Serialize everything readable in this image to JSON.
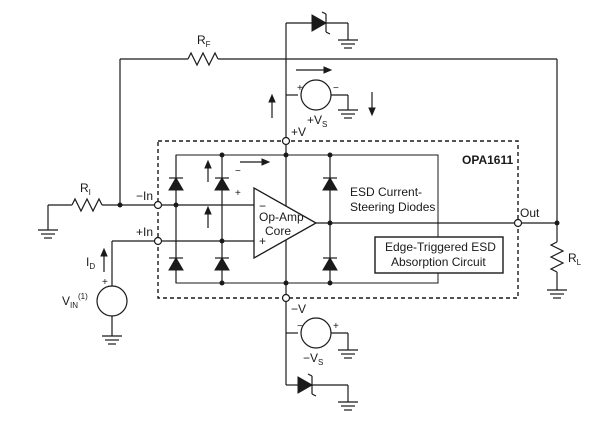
{
  "labels": {
    "rf": "R",
    "rf_sub": "F",
    "ri": "R",
    "ri_sub": "I",
    "rl": "R",
    "rl_sub": "L",
    "neg_in": "−In",
    "pos_in": "+In",
    "out": "Out",
    "pos_v": "+V",
    "neg_v": "−V",
    "pos_vs": "+V",
    "pos_vs_sub": "S",
    "neg_vs": "−V",
    "neg_vs_sub": "S",
    "id": "I",
    "id_sub": "D",
    "vin": "V",
    "vin_sub": "IN",
    "vin_note": "(1)",
    "device": "OPA1611",
    "opamp_line1": "Op-Amp",
    "opamp_line2": "Core",
    "esd_line1": "ESD Current-",
    "esd_line2": "Steering Diodes",
    "edge_line1": "Edge-Triggered ESD",
    "edge_line2": "Absorption Circuit",
    "opamp_minus": "−",
    "opamp_plus": "+",
    "plus": "+",
    "minus": "−"
  }
}
